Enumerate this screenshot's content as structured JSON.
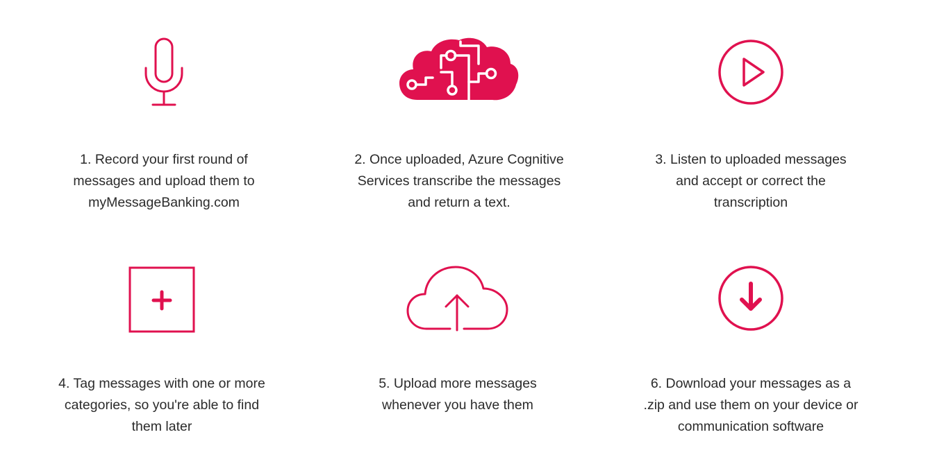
{
  "theme": {
    "accent": "#e0114f",
    "text": "#2b2b2b",
    "background": "#ffffff"
  },
  "steps": [
    {
      "icon": "microphone-icon",
      "text": "1. Record your first round of\nmessages and upload them to\nmyMessageBanking.com"
    },
    {
      "icon": "brain-circuit-icon",
      "text": "2. Once uploaded, Azure Cognitive\nServices transcribe the messages\nand return a text."
    },
    {
      "icon": "play-circle-icon",
      "text": "3. Listen to uploaded messages\nand accept or correct the\ntranscription"
    },
    {
      "icon": "add-tag-icon",
      "text": "4. Tag messages with one or more\ncategories, so you're able to find\nthem later"
    },
    {
      "icon": "cloud-upload-icon",
      "text": "5. Upload more messages\nwhenever you have them"
    },
    {
      "icon": "download-circle-icon",
      "text": "6. Download your messages as a\n.zip and use them on your device or\ncommunication software"
    }
  ]
}
